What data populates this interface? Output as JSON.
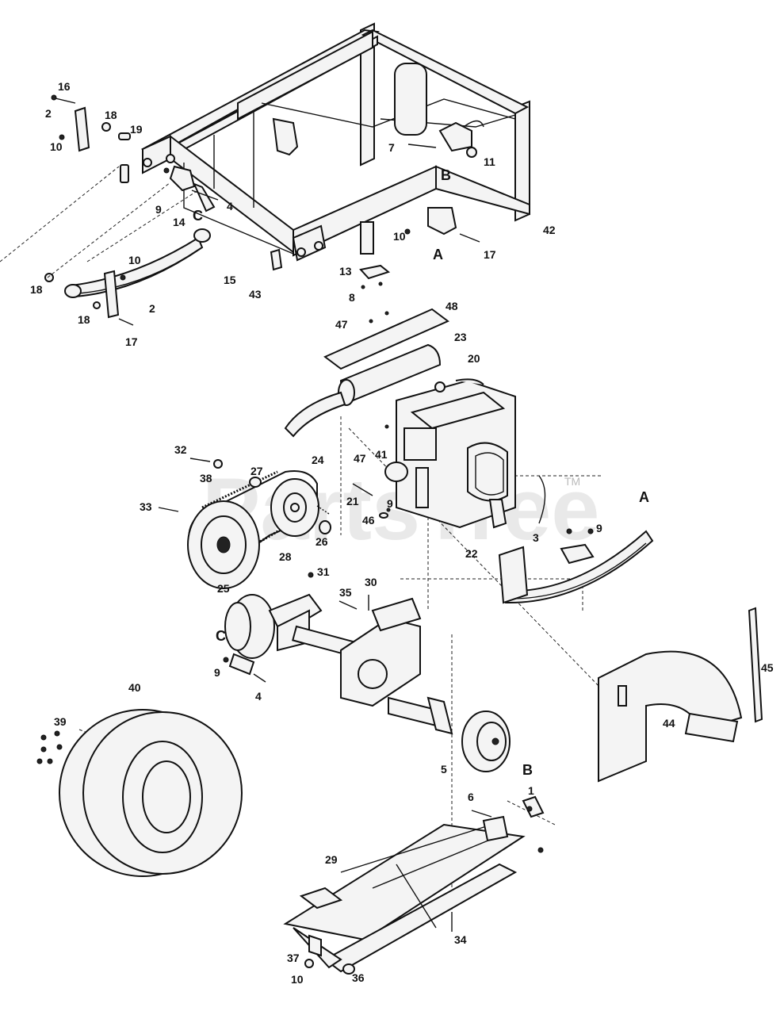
{
  "watermark": {
    "text": "PartsTree",
    "tm": "TM"
  },
  "callouts": {
    "c1": "1",
    "c2a": "2",
    "c2b": "2",
    "c3": "3",
    "c4a": "4",
    "c4b": "4",
    "c5": "5",
    "c6": "6",
    "c7": "7",
    "c8": "8",
    "c9a": "9",
    "c9b": "9",
    "c9c": "9",
    "c9d": "9",
    "c10a": "10",
    "c10b": "10",
    "c10c": "10",
    "c10d": "10",
    "c11": "11",
    "c13": "13",
    "c14": "14",
    "c15": "15",
    "c16": "16",
    "c17a": "17",
    "c17b": "17",
    "c18a": "18",
    "c18b": "18",
    "c18c": "18",
    "c19": "19",
    "c20": "20",
    "c21": "21",
    "c22": "22",
    "c23": "23",
    "c24": "24",
    "c25": "25",
    "c26": "26",
    "c27": "27",
    "c28": "28",
    "c29": "29",
    "c30": "30",
    "c31": "31",
    "c32": "32",
    "c33": "33",
    "c34": "34",
    "c35": "35",
    "c36": "36",
    "c37": "37",
    "c38": "38",
    "c39": "39",
    "c40": "40",
    "c41": "41",
    "c42": "42",
    "c43": "43",
    "c44": "44",
    "c45": "45",
    "c46": "46",
    "c47a": "47",
    "c47b": "47",
    "c48": "48"
  },
  "reference_letters": {
    "a_frame": "A",
    "a_engine": "A",
    "b_frame": "B",
    "b_lower": "B",
    "c_frame": "C",
    "c_axle": "C"
  }
}
